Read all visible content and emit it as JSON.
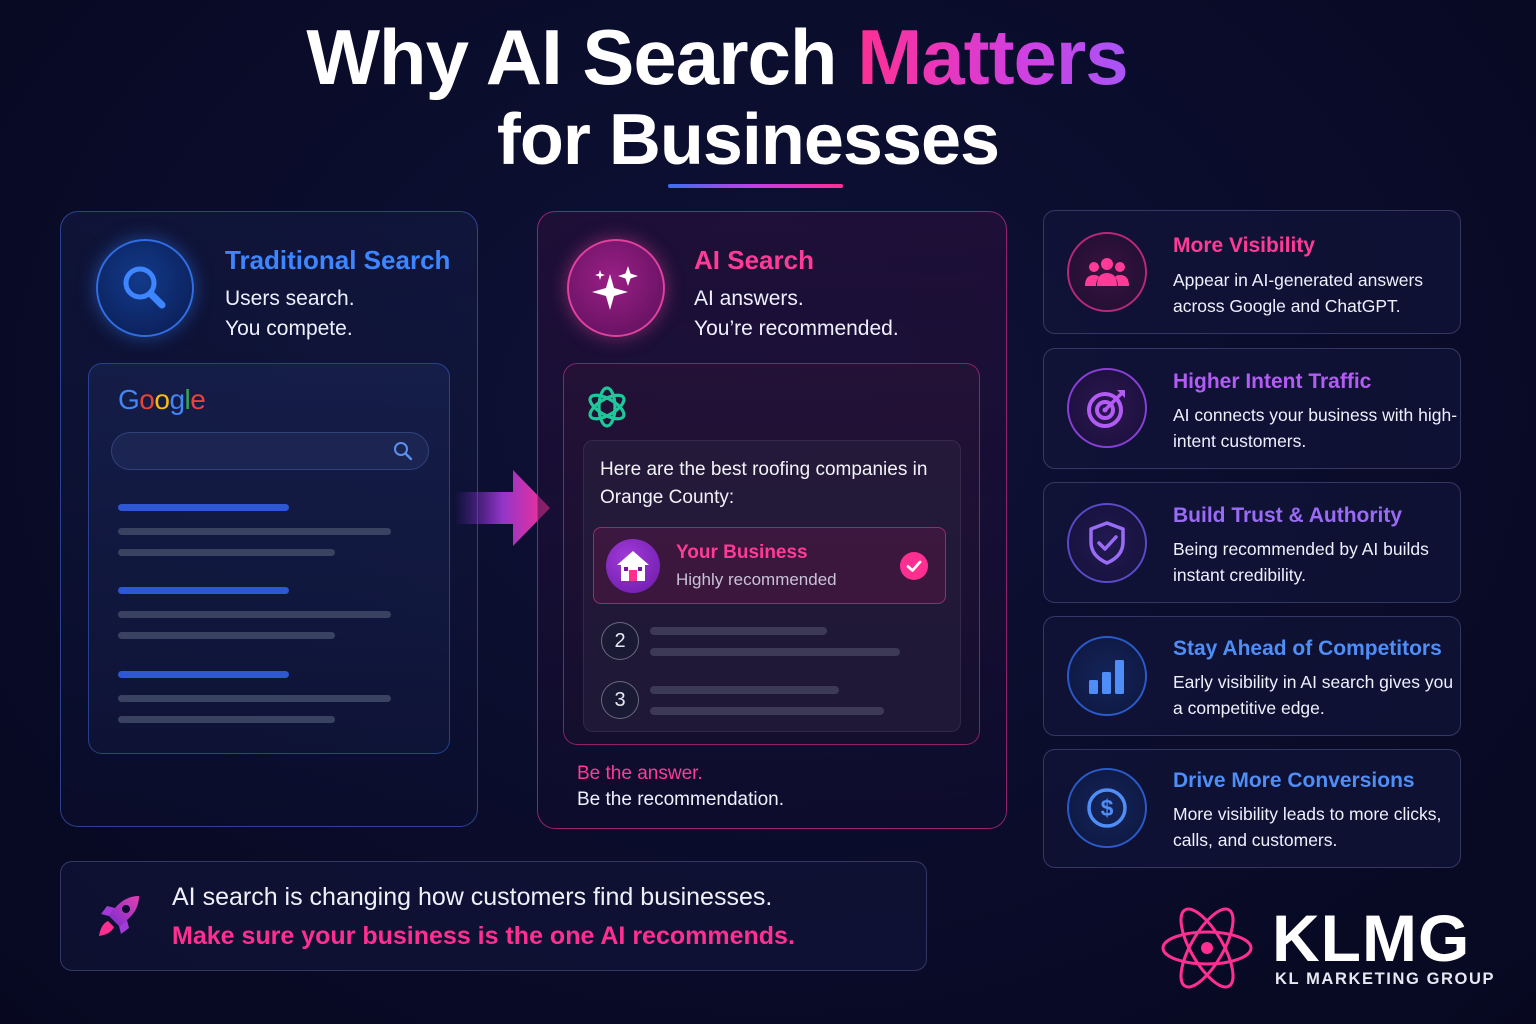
{
  "title": {
    "line1_prefix": "Why AI Search ",
    "line1_accent": "Matters",
    "line2": "for Businesses"
  },
  "traditional": {
    "icon": "search-icon",
    "title": "Traditional Search",
    "desc_line1": "Users search.",
    "desc_line2": "You compete.",
    "google_logo": [
      "G",
      "o",
      "o",
      "g",
      "l",
      "e"
    ]
  },
  "ai": {
    "icon": "sparkles-icon",
    "title": "AI Search",
    "desc_line1": "AI answers.",
    "desc_line2": "You’re recommended.",
    "chat_icon": "openai-logo-icon",
    "answer_text": "Here are the best roofing companies in Orange County:",
    "recommended_title": "Your Business",
    "recommended_sub": "Highly recommended",
    "rank2": "2",
    "rank3": "3",
    "tagline_line1": "Be the answer.",
    "tagline_line2": "Be the recommendation."
  },
  "benefits": [
    {
      "icon": "people-icon",
      "title": "More Visibility",
      "desc": "Appear in AI-generated answers across Google and ChatGPT.",
      "color": "#ff3b97"
    },
    {
      "icon": "target-icon",
      "title": "Higher Intent Traffic",
      "desc": "AI connects your business with high-intent customers.",
      "color": "#b35cf5"
    },
    {
      "icon": "shield-check-icon",
      "title": "Build Trust & Authority",
      "desc": "Being recommended by AI builds instant credibility.",
      "color": "#9a6cf5"
    },
    {
      "icon": "bar-chart-icon",
      "title": "Stay Ahead of Competitors",
      "desc": "Early visibility in AI search gives you a competitive edge.",
      "color": "#4f8df7"
    },
    {
      "icon": "dollar-icon",
      "title": "Drive More Conversions",
      "desc": "More visibility leads to more clicks, calls, and customers.",
      "color": "#4f8df7"
    }
  ],
  "banner": {
    "icon": "rocket-icon",
    "line1": "AI search is changing how customers find businesses.",
    "line2": "Make sure your business is the one AI recommends."
  },
  "logo": {
    "icon": "atom-icon",
    "name": "KLMG",
    "subtitle": "KL MARKETING GROUP"
  },
  "colors": {
    "background": "#0a0c2a",
    "pink": "#ff2f92",
    "blue": "#2f6de0",
    "purple": "#a855f7"
  }
}
